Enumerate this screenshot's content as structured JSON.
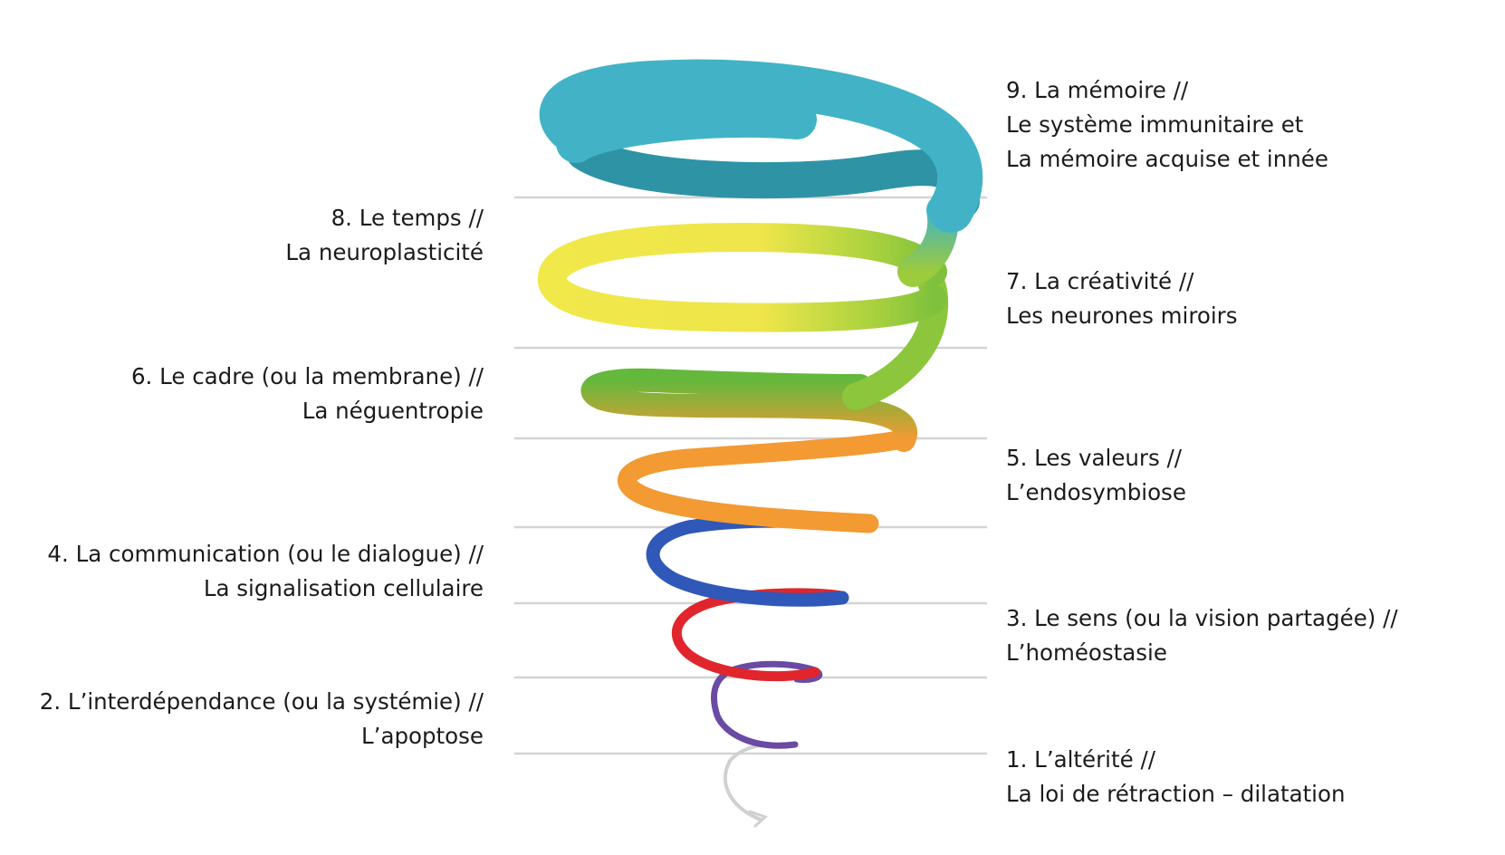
{
  "colors": {
    "stage1": "#d0d0d0",
    "stage2": "#6a4aa3",
    "stage3": "#e0262c",
    "stage4": "#2f58b8",
    "stage5": "#f39a33",
    "stage6": "#64b83c",
    "stage7": "#9ccb3c",
    "stage8": "#f1e84a",
    "stage9": "#42b3c7",
    "stage9_shade": "#2f93a6",
    "guide_line": "#d4d4d4",
    "text": "#1b1b1b"
  },
  "labels": {
    "stage1": {
      "title": "1. L’altérité //",
      "subtitle": "La loi de rétraction – dilatation"
    },
    "stage2": {
      "title": "2. L’interdépendance (ou la systémie) //",
      "subtitle": "L’apoptose"
    },
    "stage3": {
      "title": "3. Le sens (ou la vision partagée) //",
      "subtitle": "L’homéostasie"
    },
    "stage4": {
      "title": "4. La communication (ou le dialogue) //",
      "subtitle": "La signalisation cellulaire"
    },
    "stage5": {
      "title": "5. Les valeurs //",
      "subtitle": "L’endosymbiose"
    },
    "stage6": {
      "title": "6. Le cadre (ou la membrane) //",
      "subtitle": "La néguentropie"
    },
    "stage7": {
      "title": "7. La créativité //",
      "subtitle": "Les neurones miroirs"
    },
    "stage8": {
      "title": "8. Le temps //",
      "subtitle": "La neuroplasticité"
    },
    "stage9": {
      "title": "9. La mémoire //",
      "subtitle": "Le système immunitaire et",
      "subtitle2": "La mémoire acquise et innée"
    }
  }
}
